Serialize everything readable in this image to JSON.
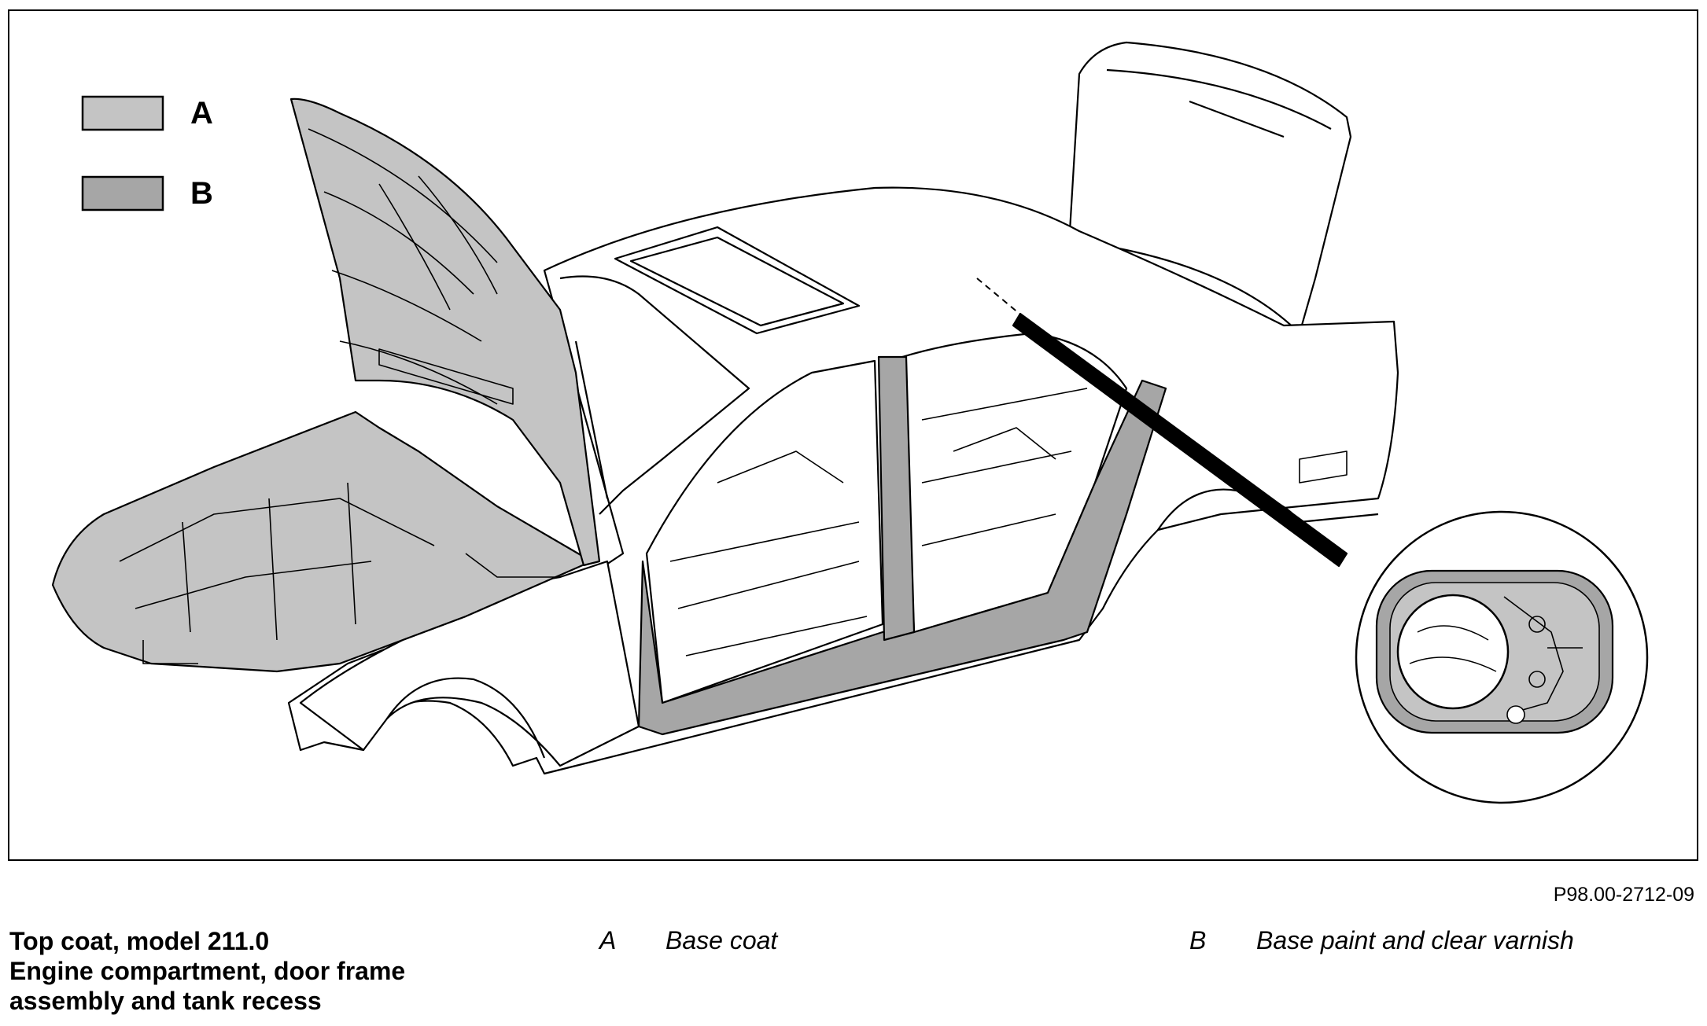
{
  "legend": {
    "items": [
      {
        "letter": "A",
        "color": "#c4c4c4"
      },
      {
        "letter": "B",
        "color": "#a6a6a6"
      }
    ]
  },
  "figure_id": "P98.00-2712-09",
  "caption": {
    "line1": "Top coat, model 211.0",
    "line2": "Engine compartment, door frame",
    "line3": "assembly and tank recess"
  },
  "key": [
    {
      "letter": "A",
      "text": "Base coat"
    },
    {
      "letter": "B",
      "text": "Base paint and clear varnish"
    }
  ],
  "colors": {
    "line": "#000000",
    "shade_a": "#c4c4c4",
    "shade_b": "#a6a6a6",
    "background": "#ffffff"
  }
}
